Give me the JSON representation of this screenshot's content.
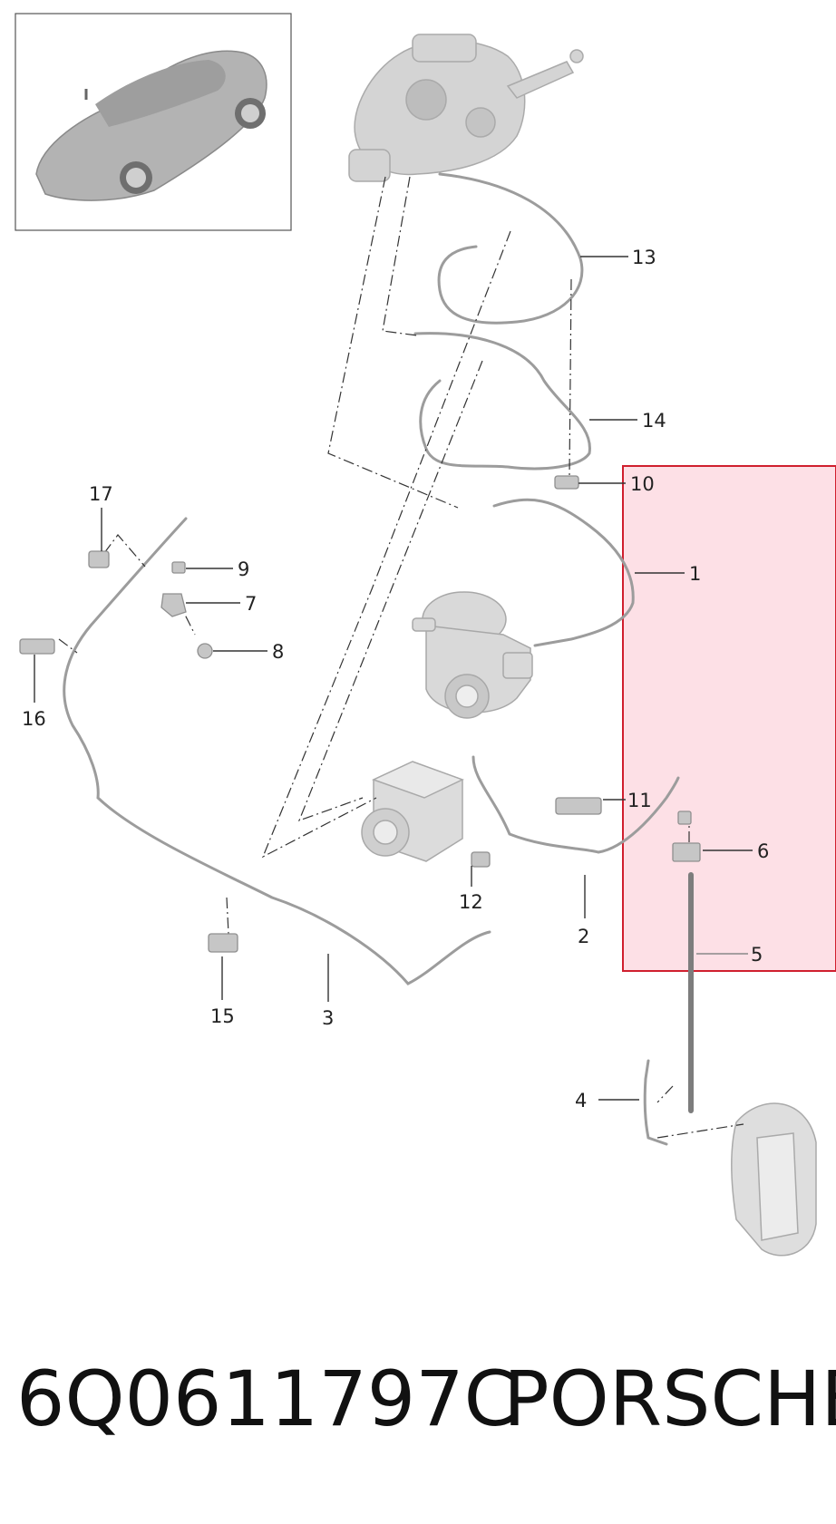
{
  "callouts": {
    "c1": "1",
    "c2": "2",
    "c3": "3",
    "c4": "4",
    "c5": "5",
    "c6": "6",
    "c7": "7",
    "c8": "8",
    "c9": "9",
    "c10": "10",
    "c11": "11",
    "c12": "12",
    "c13": "13",
    "c14": "14",
    "c15": "15",
    "c16": "16",
    "c17": "17"
  },
  "footer": {
    "part_number": "6Q0611797C",
    "brand": "PORSCHE"
  },
  "colors": {
    "highlight_fill": "#fde0e6",
    "highlight_stroke": "#d01f2e",
    "line": "#333333",
    "part_gray": "#c9c9c9"
  }
}
